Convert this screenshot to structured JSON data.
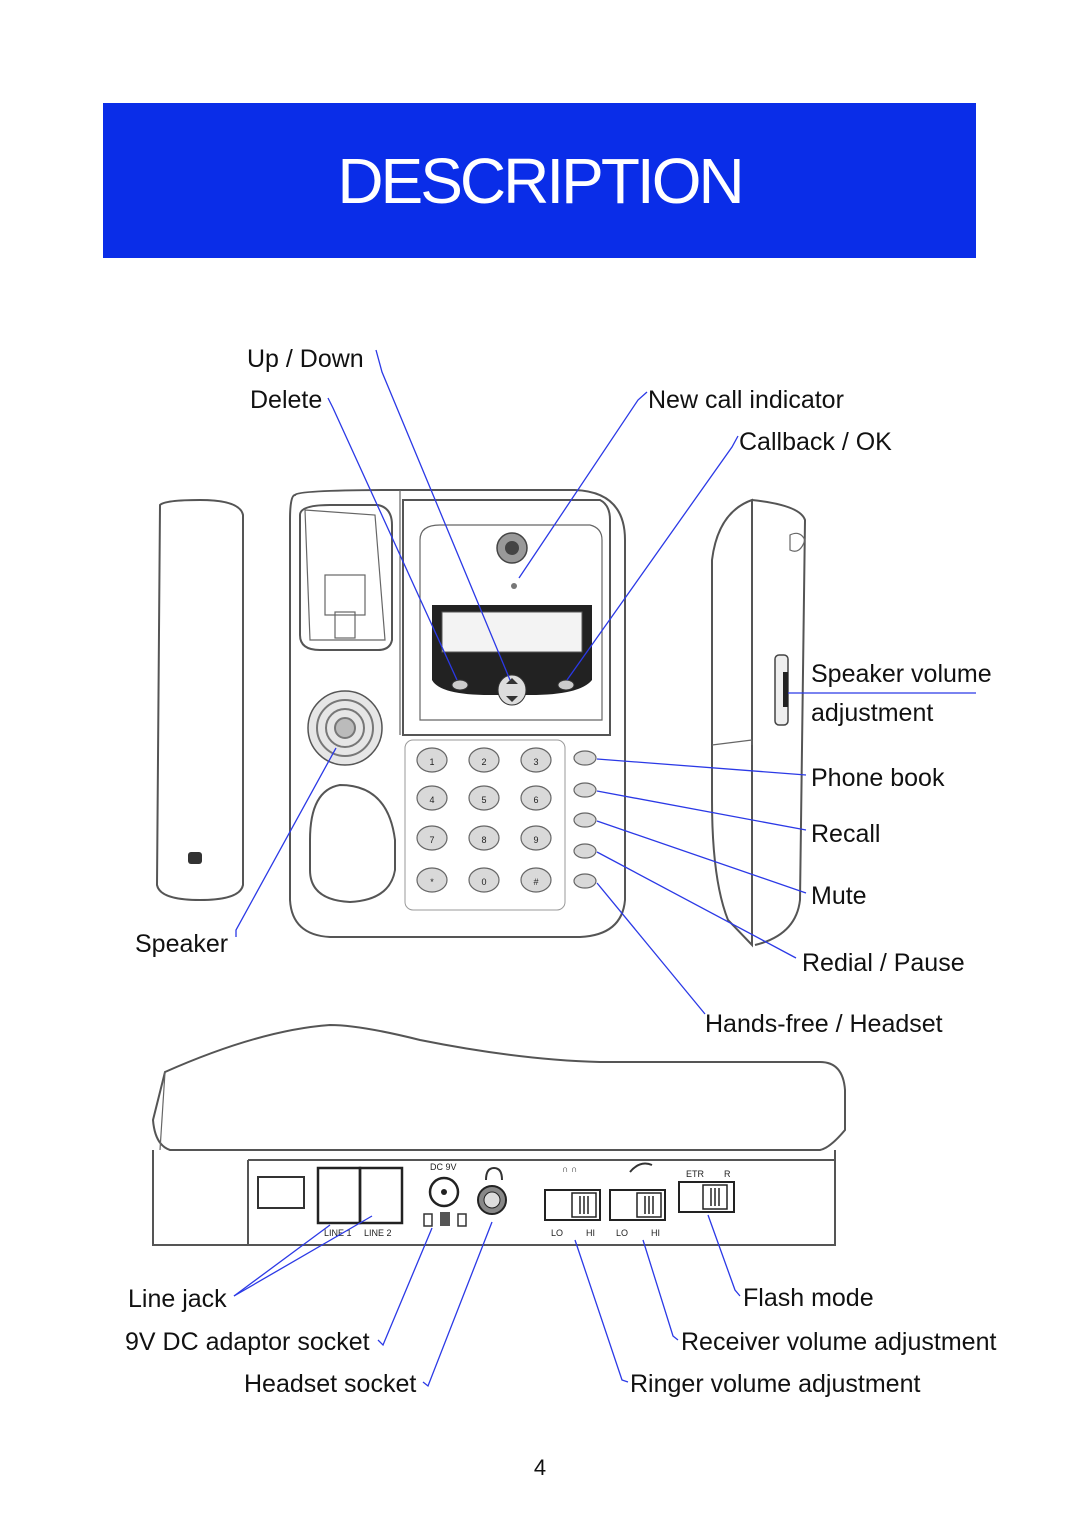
{
  "title": "DESCRIPTION",
  "labels": {
    "up_down": "Up / Down",
    "delete": "Delete",
    "new_call_indicator": "New call indicator",
    "callback_ok": "Callback / OK",
    "speaker_volume_1": "Speaker volume",
    "speaker_volume_2": "adjustment",
    "phone_book": "Phone book",
    "recall": "Recall",
    "mute": "Mute",
    "redial_pause": "Redial / Pause",
    "hands_free_headset": "Hands-free / Headset",
    "speaker": "Speaker",
    "line_jack": "Line jack",
    "dc_adaptor_socket": "9V DC adaptor socket",
    "headset_socket": "Headset socket",
    "flash_mode": "Flash mode",
    "receiver_volume_adjustment": "Receiver volume adjustment",
    "ringer_volume_adjustment": "Ringer volume adjustment"
  },
  "rear_panel": {
    "line1": "LINE 1",
    "line2": "LINE 2",
    "dc9v": "DC 9V",
    "lo": "LO",
    "hi": "HI",
    "etr": "ETR",
    "r": "R"
  },
  "keypad": [
    "1",
    "2",
    "3",
    "4",
    "5",
    "6",
    "7",
    "8",
    "9",
    "*",
    "0",
    "#"
  ],
  "colors": {
    "banner": "#0a2de8",
    "leader_lines": "#2b39e6"
  },
  "page_number": "4"
}
